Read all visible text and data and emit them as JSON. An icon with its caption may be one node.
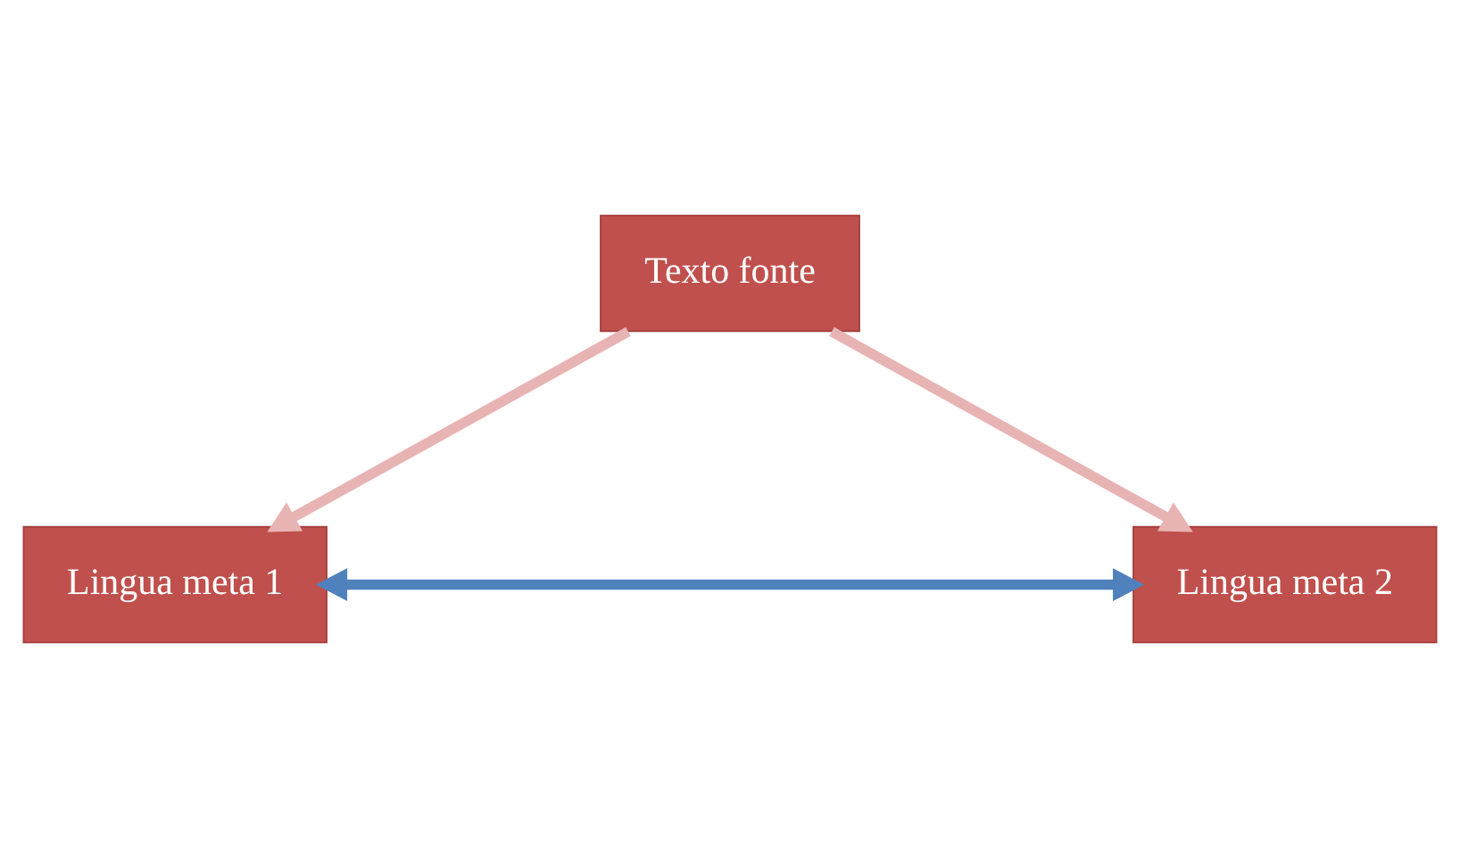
{
  "diagram": {
    "nodes": [
      {
        "text": [
          "Texto fonte"
        ]
      },
      {
        "text": [
          "Lingua meta 1"
        ]
      },
      {
        "text": [
          "Lingua meta 2"
        ]
      }
    ],
    "edges": [
      {
        "from": 0,
        "to": 1,
        "arrow": "to"
      },
      {
        "from": 0,
        "to": 2,
        "arrow": "to"
      },
      {
        "from": 1,
        "to": 2,
        "arrow": "both",
        "color": "#4f81bd"
      }
    ]
  }
}
